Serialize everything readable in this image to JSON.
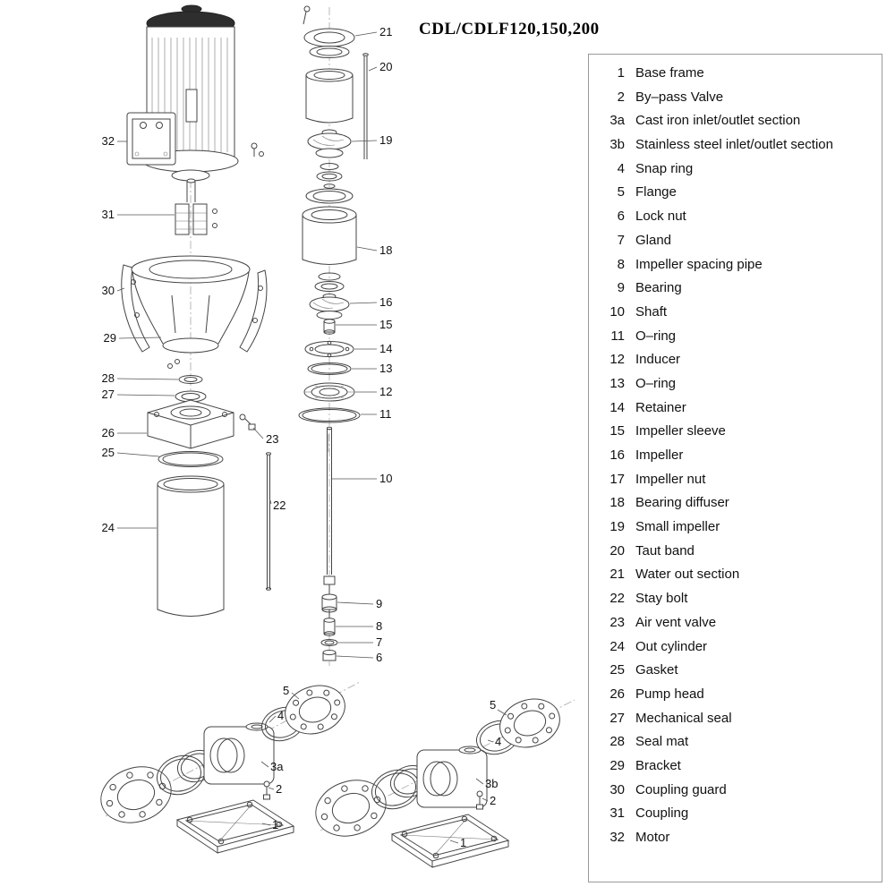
{
  "title": "CDL/CDLF120,150,200",
  "colors": {
    "ink": "#1a1a1a",
    "background": "#ffffff",
    "panel_border": "#999999"
  },
  "parts_list": {
    "items": [
      {
        "num": "1",
        "name": "Base frame"
      },
      {
        "num": "2",
        "name": "By–pass Valve"
      },
      {
        "num": "3a",
        "name": "Cast iron inlet/outlet section"
      },
      {
        "num": "3b",
        "name": "Stainless steel inlet/outlet section"
      },
      {
        "num": "4",
        "name": "Snap ring"
      },
      {
        "num": "5",
        "name": "Flange"
      },
      {
        "num": "6",
        "name": "Lock nut"
      },
      {
        "num": "7",
        "name": "Gland"
      },
      {
        "num": "8",
        "name": "Impeller spacing pipe"
      },
      {
        "num": "9",
        "name": "Bearing"
      },
      {
        "num": "10",
        "name": "Shaft"
      },
      {
        "num": "11",
        "name": "O–ring"
      },
      {
        "num": "12",
        "name": "Inducer"
      },
      {
        "num": "13",
        "name": "O–ring"
      },
      {
        "num": "14",
        "name": "Retainer"
      },
      {
        "num": "15",
        "name": "Impeller sleeve"
      },
      {
        "num": "16",
        "name": "Impeller"
      },
      {
        "num": "17",
        "name": "Impeller nut"
      },
      {
        "num": "18",
        "name": "Bearing diffuser"
      },
      {
        "num": "19",
        "name": "Small impeller"
      },
      {
        "num": "20",
        "name": "Taut band"
      },
      {
        "num": "21",
        "name": "Water out section"
      },
      {
        "num": "22",
        "name": "Stay bolt"
      },
      {
        "num": "23",
        "name": "Air vent valve"
      },
      {
        "num": "24",
        "name": "Out cylinder"
      },
      {
        "num": "25",
        "name": "Gasket"
      },
      {
        "num": "26",
        "name": "Pump head"
      },
      {
        "num": "27",
        "name": "Mechanical seal"
      },
      {
        "num": "28",
        "name": "Seal mat"
      },
      {
        "num": "29",
        "name": "Bracket"
      },
      {
        "num": "30",
        "name": "Coupling guard"
      },
      {
        "num": "31",
        "name": "Coupling"
      },
      {
        "num": "32",
        "name": "Motor"
      }
    ]
  },
  "callouts": {
    "n1l": "1",
    "n2l": "2",
    "n3a": "3a",
    "n4l": "4",
    "n5l": "5",
    "n1r": "1",
    "n2r": "2",
    "n3b": "3b",
    "n4r": "4",
    "n5r": "5",
    "n6": "6",
    "n7": "7",
    "n8": "8",
    "n9": "9",
    "n10": "10",
    "n11": "11",
    "n12": "12",
    "n13": "13",
    "n14": "14",
    "n15": "15",
    "n16": "16",
    "n18": "18",
    "n19": "19",
    "n20": "20",
    "n21": "21",
    "n22": "22",
    "n23": "23",
    "n24": "24",
    "n25": "25",
    "n26": "26",
    "n27": "27",
    "n28": "28",
    "n29": "29",
    "n30": "30",
    "n31": "31",
    "n32": "32"
  }
}
